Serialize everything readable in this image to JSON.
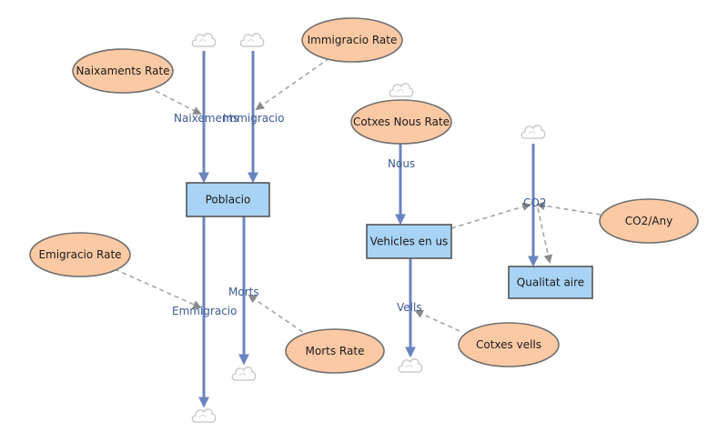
{
  "colors": {
    "flow": "#6b84bf",
    "stock_fill": "#a9d3f5",
    "stock_stroke": "#555555",
    "aux_fill": "#fbc9a4",
    "aux_stroke": "#6f6f6f",
    "link": "#a4a4a4",
    "cloud": "#c8c8c8"
  },
  "stocks": {
    "poblacio": "Poblacio",
    "vehicles": "Vehicles en us",
    "qualitat": "Qualitat aire"
  },
  "auxiliaries": {
    "naixaments_rate": "Naixaments Rate",
    "immigracio_rate": "Immigracio Rate",
    "emigracio_rate": "Emigracio Rate",
    "morts_rate": "Morts Rate",
    "cotxes_nous_rate": "Cotxes Nous Rate",
    "cotxes_vells": "Cotxes vells",
    "co2_any": "CO2/Any"
  },
  "flows": {
    "naixements": "Naixements",
    "immigracio": "Immigracio",
    "morts": "Morts",
    "emmigracio": "Emmigracio",
    "nous": "Nous",
    "vells": "Vells",
    "co2": "CO2"
  },
  "icons": {
    "cloud": "cloud-icon"
  }
}
